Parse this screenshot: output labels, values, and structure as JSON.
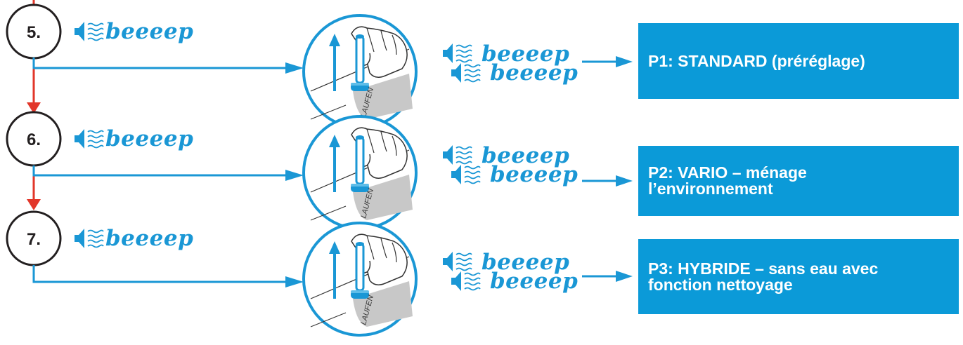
{
  "steps": [
    {
      "label": "5.",
      "beep": "beeeep"
    },
    {
      "label": "6.",
      "beep": "beeeep"
    },
    {
      "label": "7.",
      "beep": "beeeep"
    }
  ],
  "confirm_beeps": [
    [
      "beeeep",
      "beeeep"
    ],
    [
      "beeeep",
      "beeeep"
    ],
    [
      "beeeep",
      "beeeep"
    ]
  ],
  "device_brand": "LAUFEN",
  "programs": [
    {
      "text": "P1:  STANDARD (préréglage)"
    },
    {
      "text": "P2:  VARIO – ménage l’environnement"
    },
    {
      "text": "P3:  HYBRIDE – sans eau avec fonction nettoyage"
    }
  ],
  "colors": {
    "blue": "#1a97d5",
    "box": "#0b9ad8",
    "red": "#e2372a",
    "text": "#231f20"
  },
  "icons": [
    "speaker-icon",
    "hand-icon",
    "up-arrow-icon"
  ]
}
